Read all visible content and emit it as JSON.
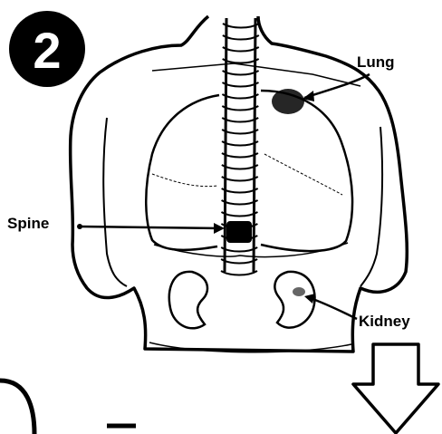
{
  "step_badge": {
    "number": "2"
  },
  "labels": {
    "lung": "Lung",
    "spine": "Spine",
    "kidney": "Kidney"
  },
  "colors": {
    "ink": "#000000",
    "paper": "#ffffff"
  }
}
